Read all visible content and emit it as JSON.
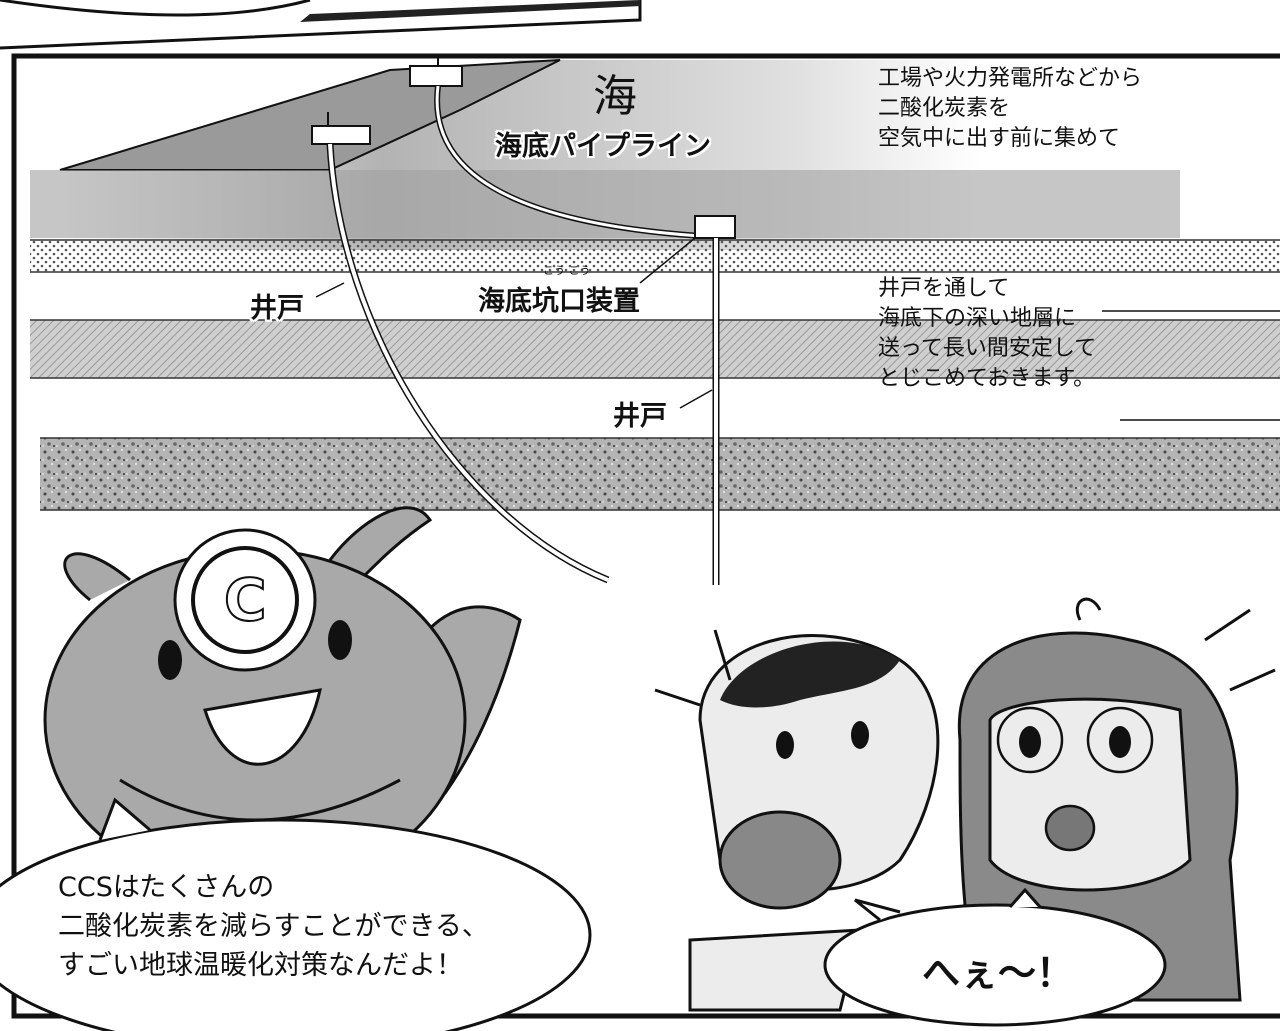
{
  "labels": {
    "sea": "海",
    "pipeline": "海底パイプライン",
    "well_left": "井戸",
    "well_right": "井戸",
    "wellhead": "海底坑口装置",
    "wellhead_ruby": "こう こう"
  },
  "captions": {
    "top": [
      "工場や火力発電所などから",
      "二酸化炭素を",
      "空気中に出す前に集めて"
    ],
    "mid": [
      "井戸を通して",
      "海底下の深い地層に",
      "送って長い間安定して",
      "とじこめておきます。"
    ]
  },
  "speech": {
    "mascot": [
      "CCSはたくさんの",
      "二酸化炭素を減らすことができる、",
      "すごい地球温暖化対策なんだよ！"
    ],
    "kids": "へぇ〜！"
  },
  "mascot_emblem": "C",
  "colors": {
    "ink": "#111111",
    "screen_dark": "#8a8a8a",
    "screen_light": "#c8c8c8",
    "skin": "#ececec",
    "mascot": "#a9a9a9"
  }
}
